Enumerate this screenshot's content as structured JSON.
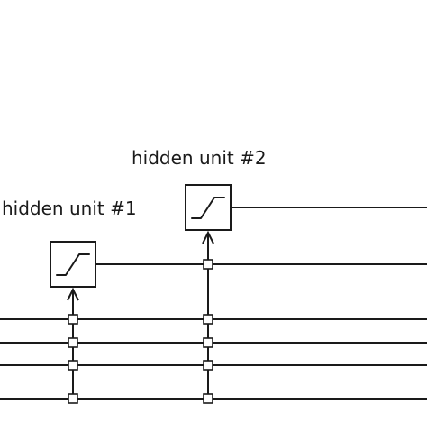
{
  "diagram": {
    "units": [
      {
        "label": "hidden unit #1",
        "activation_icon": "sigmoid-step-icon"
      },
      {
        "label": "hidden unit #2",
        "activation_icon": "sigmoid-step-icon"
      }
    ],
    "input_line_count": 4,
    "colors": {
      "stroke": "#1a1a1a",
      "background": "#ffffff"
    }
  }
}
